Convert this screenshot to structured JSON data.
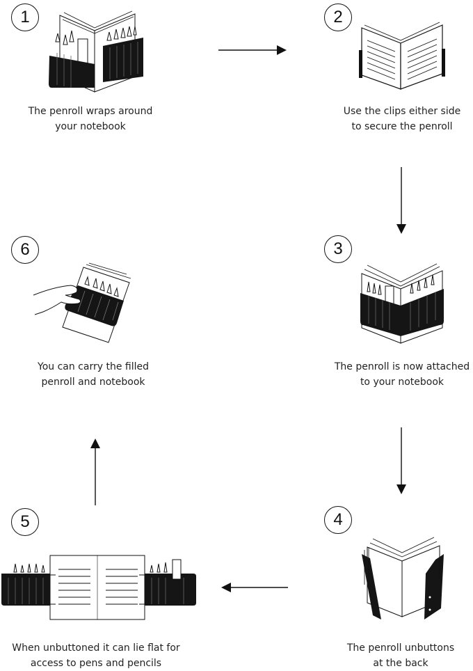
{
  "steps": [
    {
      "number": "1",
      "caption": "The penroll wraps around\nyour notebook"
    },
    {
      "number": "2",
      "caption": "Use the clips either side\nto secure the penroll"
    },
    {
      "number": "3",
      "caption": "The penroll is now attached\nto your notebook"
    },
    {
      "number": "4",
      "caption": "The penroll unbuttons\nat the back"
    },
    {
      "number": "5",
      "caption": "When unbuttoned it can lie flat for\naccess to pens and pencils"
    },
    {
      "number": "6",
      "caption": "You can carry the filled\npenroll and notebook"
    }
  ],
  "colors": {
    "ink": "#111111",
    "roll": "#151515",
    "paper": "#ffffff"
  }
}
